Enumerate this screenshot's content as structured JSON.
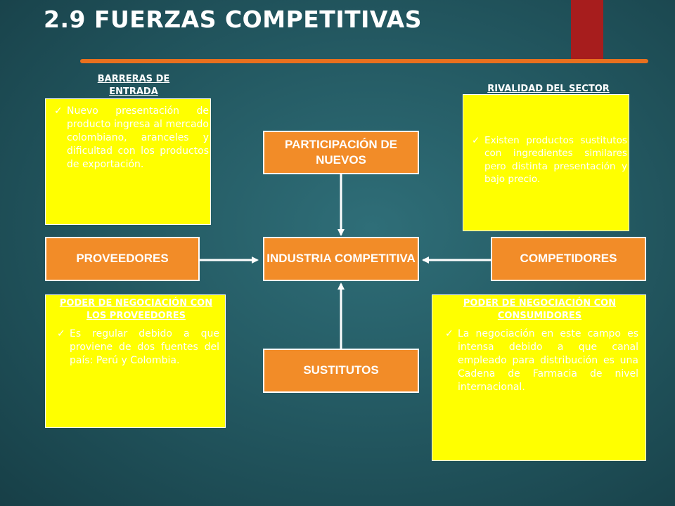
{
  "slide": {
    "title": "2.9 FUERZAS COMPETITIVAS"
  },
  "nodes": {
    "entrants": "PARTICIPACIÓN DE NUEVOS",
    "industry": "INDUSTRIA COMPETITIVA",
    "suppliers": "PROVEEDORES",
    "competitors": "COMPETIDORES",
    "substitutes": "SUSTITUTOS"
  },
  "boxes": {
    "barriers": {
      "heading": "BARRERAS DE ENTRADA",
      "text": "Nuevo presentación de producto ingresa al mercado colombiano, aranceles y dificultad con los productos de exportación."
    },
    "rivalry": {
      "heading": "RIVALIDAD DEL SECTOR",
      "text": "Existen productos sustitutos con ingredientes similares pero distinta presentación y bajo precio."
    },
    "supplier_power": {
      "heading": "PODER DE NEGOCIACIÓN CON LOS PROVEEDORES",
      "text": "Es regular debido a que proviene de dos fuentes del país: Perú y Colombia."
    },
    "consumer_power": {
      "heading": "PODER DE NEGOCIACIÓN CON CONSUMIDORES",
      "text": "La negociación en este campo es intensa debido a que canal empleado para distribución es una Cadena de Farmacia de nivel internacional."
    }
  },
  "colors": {
    "background": "#245a63",
    "node_fill": "#f28c28",
    "box_fill": "#ffff00",
    "accent_red": "#a71d1d",
    "accent_orange": "#e8701e"
  }
}
